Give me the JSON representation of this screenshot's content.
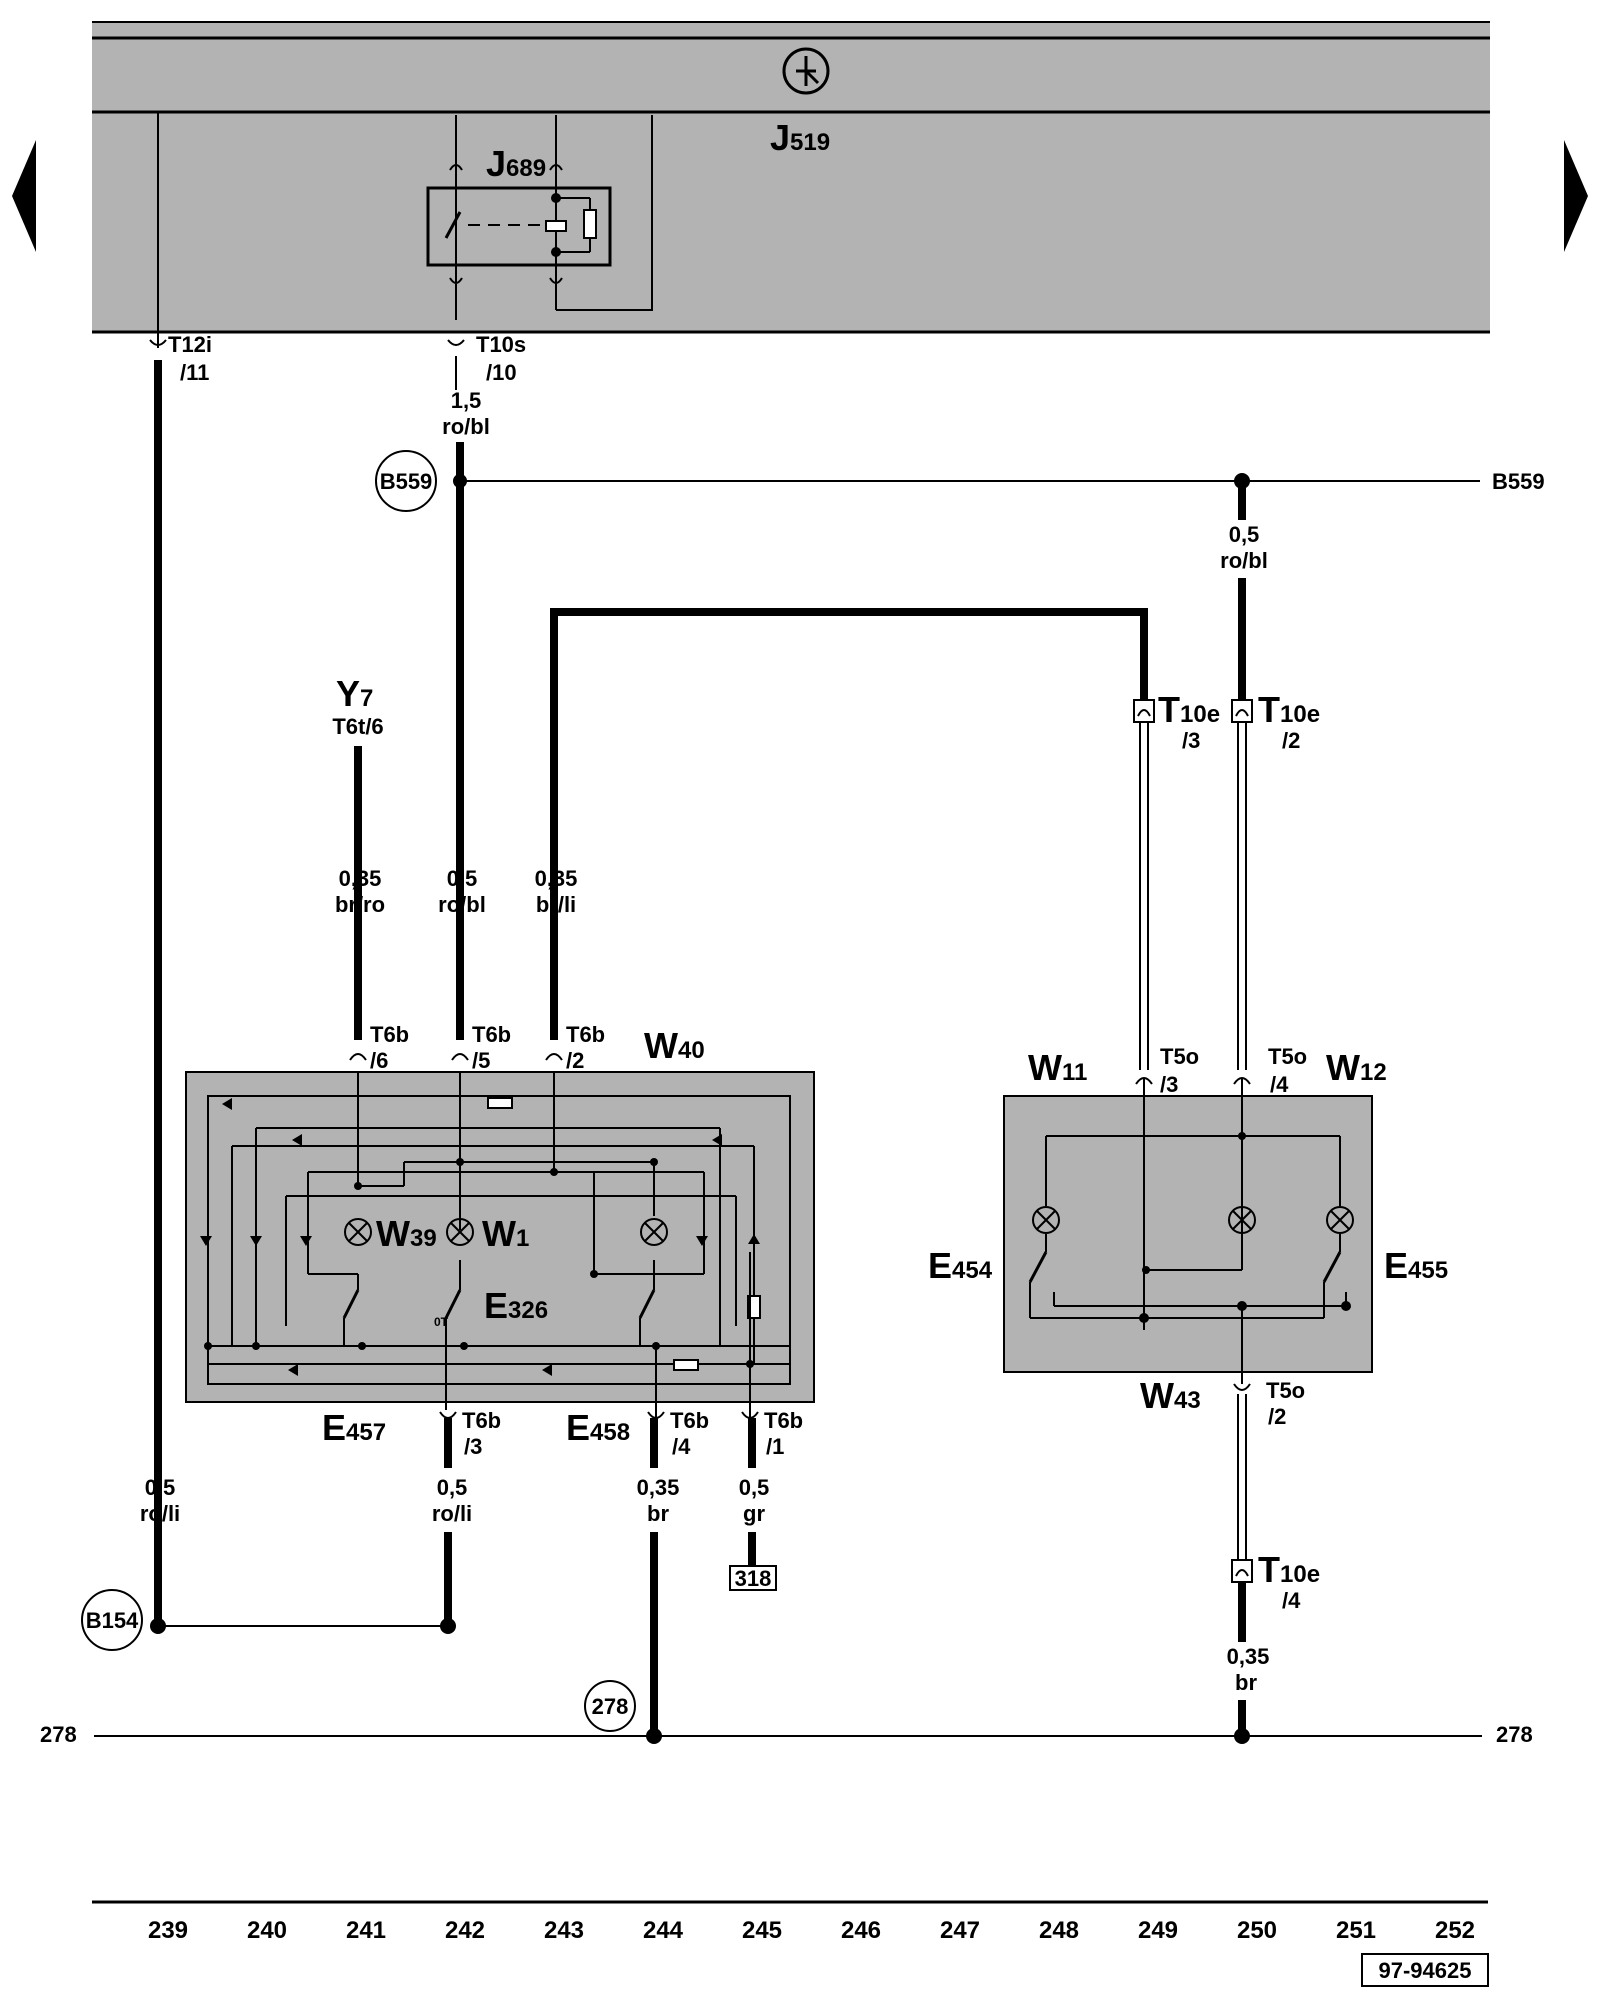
{
  "control_unit": {
    "letter": "J",
    "sub": "519"
  },
  "relay": {
    "letter": "J",
    "sub": "689"
  },
  "connectors": {
    "t12i": {
      "name": "T12i",
      "pin": "/11"
    },
    "t10s": {
      "name": "T10s",
      "pin": "/10"
    },
    "t6t": "T6t/6",
    "t6b_6": {
      "name": "T6b",
      "pin": "/6"
    },
    "t6b_5": {
      "name": "T6b",
      "pin": "/5"
    },
    "t6b_2": {
      "name": "T6b",
      "pin": "/2"
    },
    "t6b_3": {
      "name": "T6b",
      "pin": "/3"
    },
    "t6b_4": {
      "name": "T6b",
      "pin": "/4"
    },
    "t6b_1": {
      "name": "T6b",
      "pin": "/1"
    },
    "t10e_3": {
      "name": "T",
      "sub": "10e",
      "pin": "/3"
    },
    "t10e_2": {
      "name": "T",
      "sub": "10e",
      "pin": "/2"
    },
    "t10e_4": {
      "name": "T",
      "sub": "10e",
      "pin": "/4"
    },
    "t5o_3": {
      "name": "T5o",
      "pin": "/3"
    },
    "t5o_4": {
      "name": "T5o",
      "pin": "/4"
    },
    "t5o_2": {
      "name": "T5o",
      "pin": "/2"
    }
  },
  "wires": {
    "w_j519_t10s": {
      "size": "1,5",
      "color": "ro/bl"
    },
    "w_b559_right": {
      "size": "0,5",
      "color": "ro/bl"
    },
    "w_y7": {
      "size": "0,35",
      "color": "br/ro"
    },
    "w_t6b5": {
      "size": "0,5",
      "color": "ro/bl"
    },
    "w_t6b2": {
      "size": "0,35",
      "color": "br/li"
    },
    "w_t12i": {
      "size": "0,5",
      "color": "ro/li"
    },
    "w_t6b3": {
      "size": "0,5",
      "color": "ro/li"
    },
    "w_t6b4": {
      "size": "0,35",
      "color": "br"
    },
    "w_t6b1": {
      "size": "0,5",
      "color": "gr"
    },
    "w_t10e4": {
      "size": "0,35",
      "color": "br"
    }
  },
  "components": {
    "y7": {
      "letter": "Y",
      "sub": "7"
    },
    "w40": {
      "letter": "W",
      "sub": "40"
    },
    "w39": {
      "letter": "W",
      "sub": "39"
    },
    "w1": {
      "letter": "W",
      "sub": "1"
    },
    "e326": {
      "letter": "E",
      "sub": "326"
    },
    "e457": {
      "letter": "E",
      "sub": "457"
    },
    "e458": {
      "letter": "E",
      "sub": "458"
    },
    "w11": {
      "letter": "W",
      "sub": "11"
    },
    "w12": {
      "letter": "W",
      "sub": "12"
    },
    "w43": {
      "letter": "W",
      "sub": "43"
    },
    "e454": {
      "letter": "E",
      "sub": "454"
    },
    "e455": {
      "letter": "E",
      "sub": "455"
    }
  },
  "junctions": {
    "b559_left": "B559",
    "b559_right": "B559",
    "b154": "B154",
    "g278": "278",
    "ground_left": "278",
    "ground_right": "278",
    "ref_318": "318",
    "ts_label": "0T"
  },
  "columns": [
    "239",
    "240",
    "241",
    "242",
    "243",
    "244",
    "245",
    "246",
    "247",
    "248",
    "249",
    "250",
    "251",
    "252"
  ],
  "diagram_id": "97-94625"
}
